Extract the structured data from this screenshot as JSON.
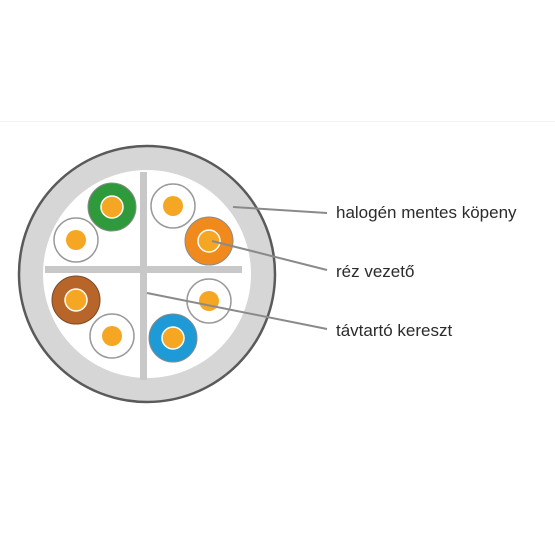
{
  "labels": {
    "sheath": "halogén mentes köpeny",
    "conductor": "réz vezető",
    "separator": "távtartó kereszt"
  },
  "colors": {
    "sheath": "#d6d6d6",
    "sheath_outline": "#5a5a5a",
    "cross": "#c8c8c8",
    "copper": "#f5a623",
    "leader_line": "#8a8a8a",
    "wire_green": "#2f9a3c",
    "wire_orange": "#f08a1c",
    "wire_brown": "#b8652a",
    "wire_blue": "#1e9ad6",
    "wire_white": "#ffffff"
  },
  "conductors": [
    {
      "name": "green",
      "color": "#2f9a3c"
    },
    {
      "name": "white-green",
      "color": "#ffffff"
    },
    {
      "name": "white-orange",
      "color": "#ffffff"
    },
    {
      "name": "orange",
      "color": "#f08a1c"
    },
    {
      "name": "brown",
      "color": "#b8652a"
    },
    {
      "name": "white-brown",
      "color": "#ffffff"
    },
    {
      "name": "blue",
      "color": "#1e9ad6"
    },
    {
      "name": "white-blue",
      "color": "#ffffff"
    }
  ]
}
